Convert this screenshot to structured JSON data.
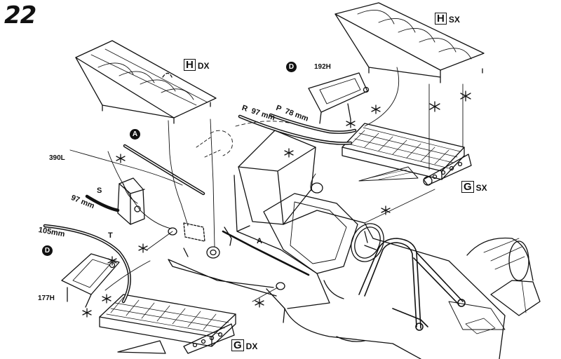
{
  "step_number": "22",
  "part_labels": {
    "h_dx": {
      "letter": "H",
      "side": "DX"
    },
    "h_sx": {
      "letter": "H",
      "side": "SX"
    },
    "g_sx": {
      "letter": "G",
      "side": "SX"
    },
    "g_dx": {
      "letter": "G",
      "side": "DX"
    }
  },
  "callouts": {
    "a_top": "A",
    "a_line": "A",
    "d_top": "D",
    "d_left": "D"
  },
  "dimensions": {
    "p_192h": "192H",
    "p_390l": "390L",
    "p_177h": "177H",
    "hose_r": "R",
    "hose_r_len": "97 mm",
    "hose_p": "P",
    "hose_p_len": "78 mm",
    "hose_s": "S",
    "hose_s_len": "97 mm",
    "hose_t": "T",
    "hose_105": "105mm"
  },
  "ink_color": "#111111"
}
